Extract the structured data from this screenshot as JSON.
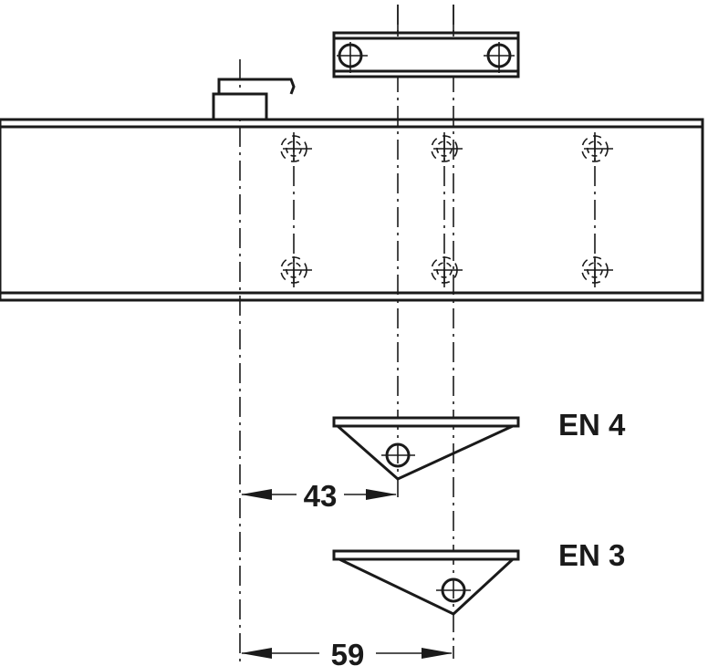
{
  "labels": {
    "en4": "EN 4",
    "en3": "EN 3"
  },
  "dimensions": {
    "d43": "43",
    "d59": "59"
  },
  "colors": {
    "line": "#1a1a1a",
    "background": "#ffffff"
  }
}
